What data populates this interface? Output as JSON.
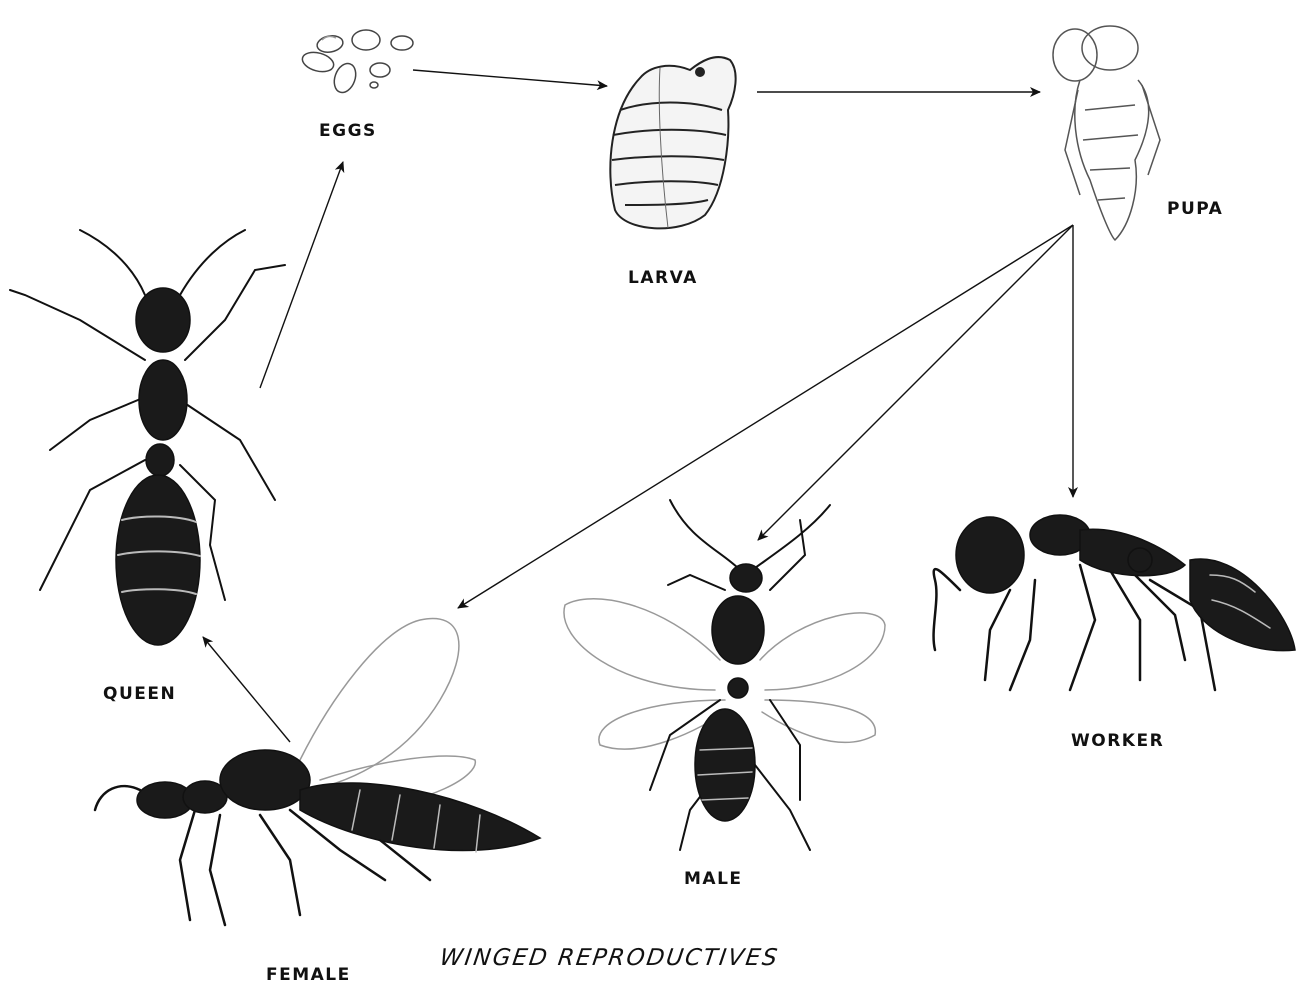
{
  "stages": {
    "eggs": "EGGS",
    "larva": "LARVA",
    "pupa": "PUPA",
    "queen": "QUEEN",
    "worker": "WORKER",
    "male": "MALE",
    "female": "FEMALE"
  },
  "caption": "WINGED REPRODUCTIVES",
  "colors": {
    "ink": "#111111",
    "background": "#ffffff"
  },
  "illustrations": [
    "eggs-drawing",
    "larva-drawing",
    "pupa-drawing",
    "queen-ant-drawing",
    "female-winged-ant-drawing",
    "male-winged-ant-drawing",
    "worker-ant-drawing"
  ]
}
